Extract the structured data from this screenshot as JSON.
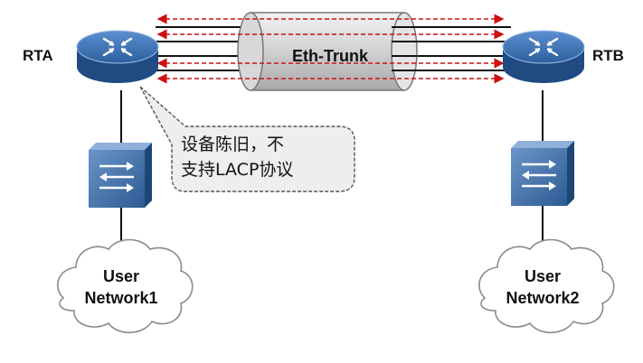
{
  "routers": {
    "left": {
      "label": "RTA"
    },
    "right": {
      "label": "RTB"
    }
  },
  "trunk": {
    "label": "Eth-Trunk"
  },
  "callout": {
    "lines": [
      "设备陈旧，不",
      "支持LACP协议"
    ]
  },
  "networks": {
    "left": {
      "lines": [
        "User",
        "Network1"
      ]
    },
    "right": {
      "lines": [
        "User",
        "Network2"
      ]
    }
  },
  "colors": {
    "link": "#111111",
    "lacp_arrow": "#cc1111",
    "router_blue": "#2f5f9a",
    "switch_blue": "#3a6aa5",
    "cloud_stroke": "#888888",
    "trunk_fill": "#cfcfcf"
  }
}
